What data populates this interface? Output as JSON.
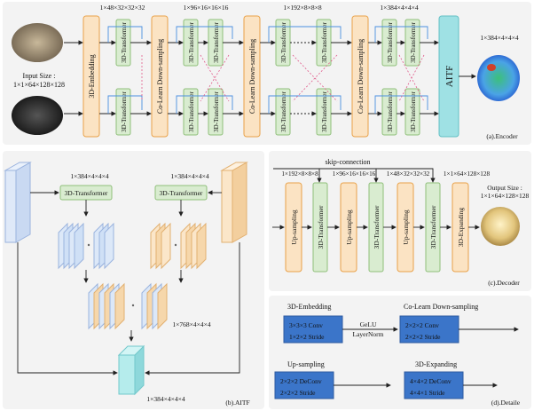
{
  "encoder": {
    "caption": "(a).Encoder",
    "input_label_1": "Input Size :",
    "input_label_2": "1×1×64×128×128",
    "dims": [
      "1×48×32×32×32",
      "1×96×16×16×16",
      "1×192×8×8×8",
      "1×384×4×4×4"
    ],
    "output_dim": "1×384×4×4×4",
    "embedding_label": "3D-Embedding",
    "downsample_label": "Co-Learn Down-sampling",
    "transformer_label": "3D-Transformer",
    "aitf_label": "AITF"
  },
  "aitf": {
    "caption": "(b).AITF",
    "dim_left": "1×384×4×4×4",
    "dim_right": "1×384×4×4×4",
    "transformer_label": "3D-Transformer",
    "concat_dim": "1×768×4×4×4",
    "output_dim": "1×384×4×4×4"
  },
  "decoder": {
    "caption": "(c).Decoder",
    "skip_label": "skip-connection",
    "dims": [
      "1×192×8×8×8",
      "1×96×16×16×16",
      "1×48×32×32×32",
      "1×1×64×128×128"
    ],
    "output_label_1": "Output Size :",
    "output_label_2": "1×1×64×128×128",
    "upsampling_label": "Up-sampling",
    "transformer_label": "3D-Transformer",
    "expanding_label": "3D-Expanding"
  },
  "detail": {
    "caption": "(d).Detaile",
    "embedding_title": "3D-Embedding",
    "embedding_line1": "3×3×3 Conv",
    "embedding_line2": "1×2×2 Stride",
    "act_line1": "GeLU",
    "act_line2": "LayerNorm",
    "downsample_title": "Co-Learn Down-sampling",
    "downsample_line1": "2×2×2 Conv",
    "downsample_line2": "2×2×2 Stride",
    "upsampling_title": "Up-sampling",
    "upsampling_line1": "2×2×2 DeConv",
    "upsampling_line2": "2×2×2 Stride",
    "expanding_title": "3D-Expanding",
    "expanding_line1": "4×4×2 DeConv",
    "expanding_line2": "4×4×1 Stride"
  },
  "colors": {
    "panel": "#f3f3f3",
    "orange_fill": "#fbe3c3",
    "green_fill": "#d9ecd0",
    "teal_fill": "#9fe1e4",
    "detail_blue": "#3b75c9",
    "skip_blue": "#4a8fe0"
  }
}
